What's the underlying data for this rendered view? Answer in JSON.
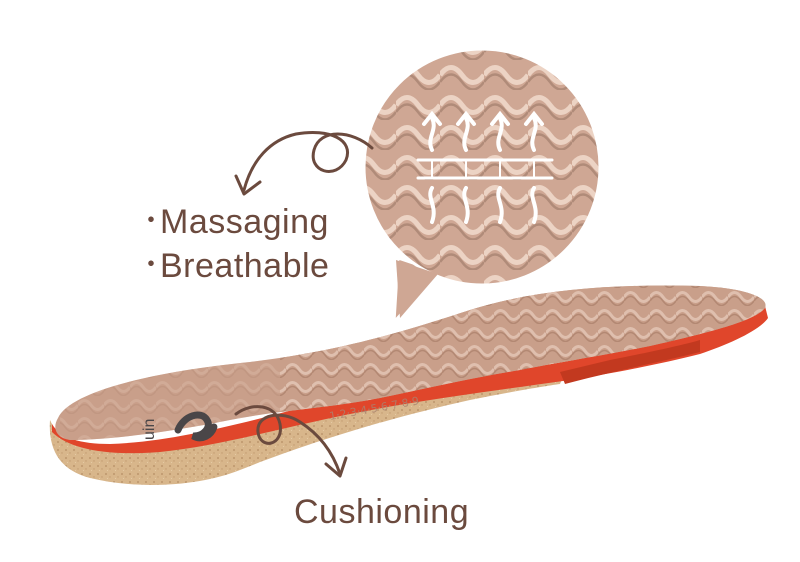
{
  "features": [
    {
      "bullet": "・",
      "text": "Massaging"
    },
    {
      "bullet": "・",
      "text": "Breathable"
    }
  ],
  "cushioning": {
    "text": "Cushioning"
  },
  "insole": {
    "brand_mark": "uin",
    "imprint": "1·2·3·4·5·6·7·8·9"
  },
  "colors": {
    "text": "#6b4a3e",
    "arrow": "#6b4a3e",
    "fabric": "#c99f8a",
    "fabric_light": "#d8b4a2",
    "accent_red": "#e0462b",
    "cork": "#d8b68b"
  },
  "icons": {
    "breathable": "airflow-membrane-icon"
  }
}
